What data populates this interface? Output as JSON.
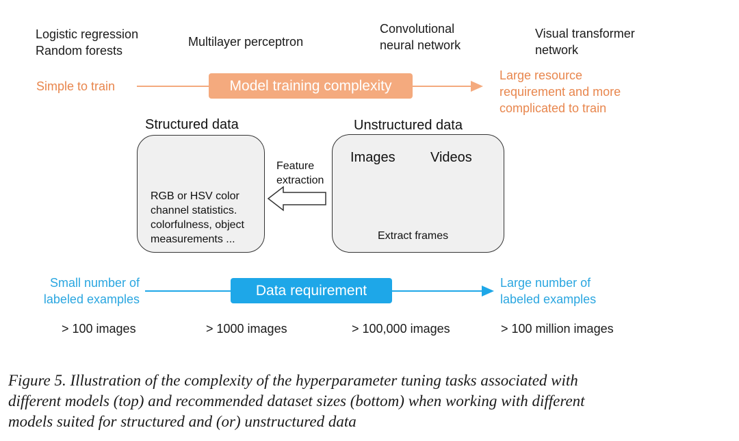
{
  "models": {
    "m1_line1": "Logistic regression",
    "m1_line2": "Random forests",
    "m2": "Multilayer perceptron",
    "m3_line1": "Convolutional",
    "m3_line2": "neural network",
    "m4_line1": "Visual transformer",
    "m4_line2": "network"
  },
  "complexity": {
    "left": "Simple to train",
    "center": "Model training complexity",
    "right_line1": "Large resource",
    "right_line2": "requirement and more",
    "right_line3": "complicated to train",
    "color": "#e8864d",
    "pill_color": "#f4aa7e"
  },
  "structured": {
    "title": "Structured data",
    "desc_line1": "RGB or HSV color",
    "desc_line2": "channel statistics.",
    "desc_line3": "colorfulness, object",
    "desc_line4": "measurements ..."
  },
  "feature": {
    "line1": "Feature",
    "line2": "extraction"
  },
  "unstructured": {
    "title": "Unstructured data",
    "images": "Images",
    "videos": "Videos",
    "extract": "Extract frames"
  },
  "data_req": {
    "left_line1": "Small number of",
    "left_line2": "labeled examples",
    "center": "Data requirement",
    "right_line1": "Large number of",
    "right_line2": "labeled examples",
    "color": "#2aa6e0",
    "pill_color": "#1ea7e8"
  },
  "sizes": [
    "> 100 images",
    "> 1000 images",
    "> 100,000 images",
    "> 100 million images"
  ],
  "caption": {
    "line1": "Figure 5.  Illustration of the complexity of the hyperparameter tuning tasks associated with",
    "line2": "different models (top) and recommended dataset sizes (bottom) when working with different",
    "line3": "models suited for structured and (or) unstructured data"
  },
  "icons": [
    "matrix-icon",
    "stacked-images-icon",
    "video-film-icon",
    "curved-arrow-icon",
    "hollow-left-arrow-icon"
  ]
}
